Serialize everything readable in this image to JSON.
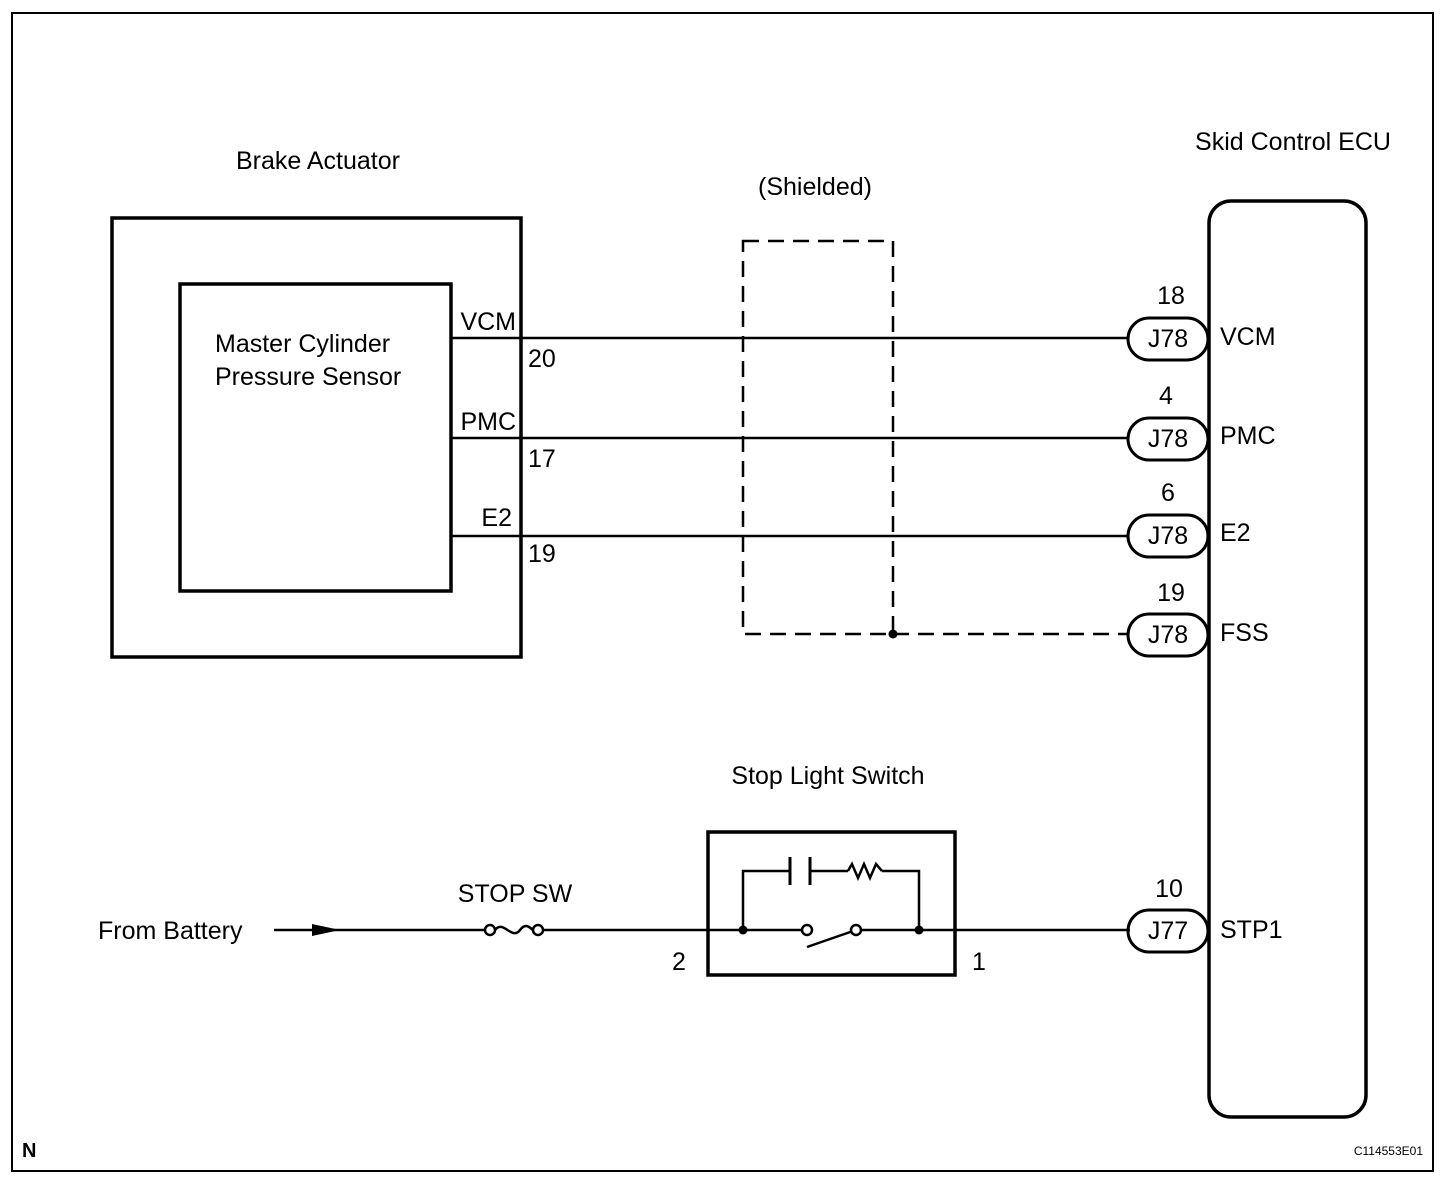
{
  "brake_actuator": {
    "title": "Brake Actuator",
    "sensor_line1": "Master Cylinder",
    "sensor_line2": "Pressure Sensor",
    "pins": [
      {
        "signal": "VCM",
        "number": "20"
      },
      {
        "signal": "PMC",
        "number": "17"
      },
      {
        "signal": "E2",
        "number": "19"
      }
    ]
  },
  "shield": {
    "label": "(Shielded)"
  },
  "ecu": {
    "title": "Skid Control ECU",
    "terminals": [
      {
        "pin": "18",
        "connector": "J78",
        "signal": "VCM"
      },
      {
        "pin": "4",
        "connector": "J78",
        "signal": "PMC"
      },
      {
        "pin": "6",
        "connector": "J78",
        "signal": "E2"
      },
      {
        "pin": "19",
        "connector": "J78",
        "signal": "FSS"
      },
      {
        "pin": "10",
        "connector": "J77",
        "signal": "STP1"
      }
    ]
  },
  "battery": {
    "label": "From Battery"
  },
  "fuse": {
    "label": "STOP SW"
  },
  "stop_light_switch": {
    "title": "Stop Light Switch",
    "pin_in": "2",
    "pin_out": "1"
  },
  "footer": {
    "corner_mark": "N",
    "figure_id": "C114553E01"
  }
}
